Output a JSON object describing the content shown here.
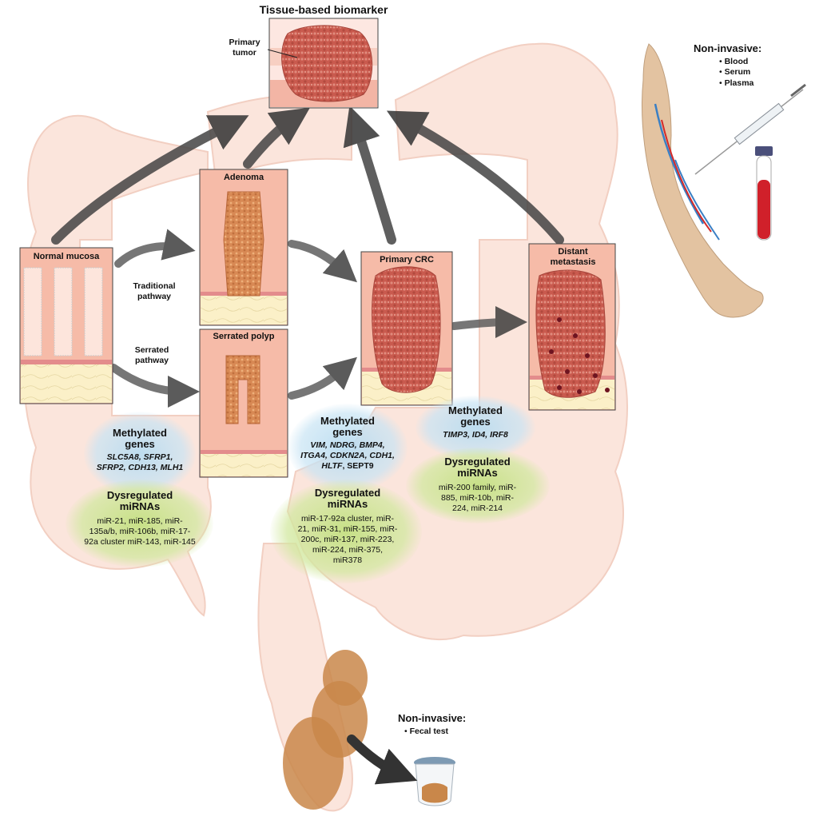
{
  "title": "Tissue-based biomarker",
  "primary_tumor_label": "Primary tumor",
  "noninvasive_blood": {
    "heading": "Non-invasive:",
    "items": [
      "Blood",
      "Serum",
      "Plasma"
    ]
  },
  "noninvasive_fecal": {
    "heading": "Non-invasive:",
    "items": [
      "Fecal test"
    ]
  },
  "stages": {
    "normal": "Normal mucosa",
    "adenoma": "Adenoma",
    "serrated": "Serrated polyp",
    "primary_crc": "Primary CRC",
    "metastasis": "Distant metastasis"
  },
  "pathways": {
    "traditional": "Traditional pathway",
    "serrated": "Serrated pathway"
  },
  "left_markers": {
    "methylated_heading": "Methylated genes",
    "methylated_genes": "SLC5A8, SFRP1, SFRP2, CDH13, MLH1",
    "mirna_heading": "Dysregulated miRNAs",
    "mirnas": "miR-21, miR-185, miR-135a/b, miR-106b, miR-17-92a cluster miR-143, miR-145"
  },
  "middle_markers": {
    "methylated_heading": "Methylated genes",
    "methylated_genes_italic": "VIM, NDRG, BMP4, ITGA4, CDKN2A, CDH1, HLTF",
    "methylated_genes_plain": ", SEPT9",
    "mirna_heading": "Dysregulated miRNAs",
    "mirnas": "miR-17-92a cluster, miR-21, miR-31, miR-155, miR-200c, miR-137, miR-223, miR-224, miR-375, miR378"
  },
  "right_markers": {
    "methylated_heading": "Methylated genes",
    "methylated_genes": "TIMP3, ID4, IRF8",
    "mirna_heading": "Dysregulated miRNAs",
    "mirnas": "miR-200 family, miR-885, miR-10b, miR-224, miR-214"
  },
  "colors": {
    "colon": "#fbe5dc",
    "colon_outline": "#f2c8b8",
    "tissue": "#f7c2ae",
    "tumor": "#c95a4e",
    "arrow": "#3a3a3a",
    "fecal": "#c9874a",
    "blood": "#d0202a"
  },
  "icons": [
    "syringe-icon",
    "blood-tube-icon",
    "arm-icon",
    "specimen-cup-icon"
  ]
}
